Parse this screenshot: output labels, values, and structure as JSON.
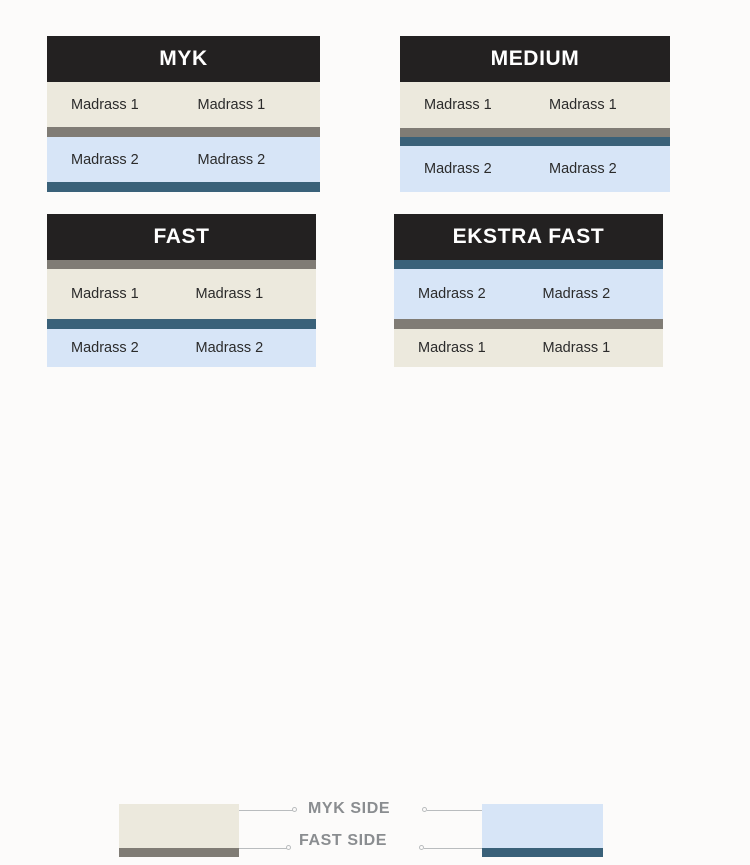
{
  "palette": {
    "background": "#FCFBFA",
    "header_dark": "#232121",
    "beige": "#ECE9DD",
    "light_blue": "#D7E5F7",
    "stripe_gray": "#807C75",
    "stripe_navy": "#3A6179",
    "legend_text": "#8A8D90",
    "leader_line": "#B9BCBE"
  },
  "panels": [
    {
      "title": "MYK",
      "layers": [
        {
          "kind": "layer",
          "fill": "beige",
          "cells": [
            "Madrass 1",
            "Madrass 1"
          ]
        },
        {
          "kind": "stripe",
          "fill": "gray"
        },
        {
          "kind": "layer",
          "fill": "blue",
          "cells": [
            "Madrass 2",
            "Madrass 2"
          ]
        },
        {
          "kind": "stripe",
          "fill": "navy"
        }
      ]
    },
    {
      "title": "MEDIUM",
      "layers": [
        {
          "kind": "layer",
          "fill": "beige",
          "cells": [
            "Madrass 1",
            "Madrass 1"
          ]
        },
        {
          "kind": "stripe",
          "fill": "gray"
        },
        {
          "kind": "stripe",
          "fill": "navy"
        },
        {
          "kind": "layer",
          "fill": "blue",
          "cells": [
            "Madrass 2",
            "Madrass 2"
          ]
        }
      ]
    },
    {
      "title": "FAST",
      "layers": [
        {
          "kind": "stripe",
          "fill": "gray"
        },
        {
          "kind": "layer",
          "fill": "beige",
          "cells": [
            "Madrass 1",
            "Madrass 1"
          ]
        },
        {
          "kind": "stripe",
          "fill": "navy"
        },
        {
          "kind": "layer",
          "fill": "blue",
          "cells": [
            "Madrass 2",
            "Madrass 2"
          ]
        }
      ]
    },
    {
      "title": "EKSTRA FAST",
      "layers": [
        {
          "kind": "stripe",
          "fill": "navy"
        },
        {
          "kind": "layer",
          "fill": "blue",
          "cells": [
            "Madrass 2",
            "Madrass 2"
          ]
        },
        {
          "kind": "stripe",
          "fill": "gray"
        },
        {
          "kind": "layer",
          "fill": "beige",
          "cells": [
            "Madrass 1",
            "Madrass 1"
          ]
        }
      ]
    }
  ],
  "legend": {
    "labels": {
      "myk_side": "MYK SIDE",
      "fast_side": "FAST SIDE"
    },
    "swatches": [
      {
        "name": "myk-side-swatch",
        "body": "beige",
        "stripe": "gray"
      },
      {
        "name": "fast-side-swatch",
        "body": "blue",
        "stripe": "navy"
      }
    ]
  }
}
